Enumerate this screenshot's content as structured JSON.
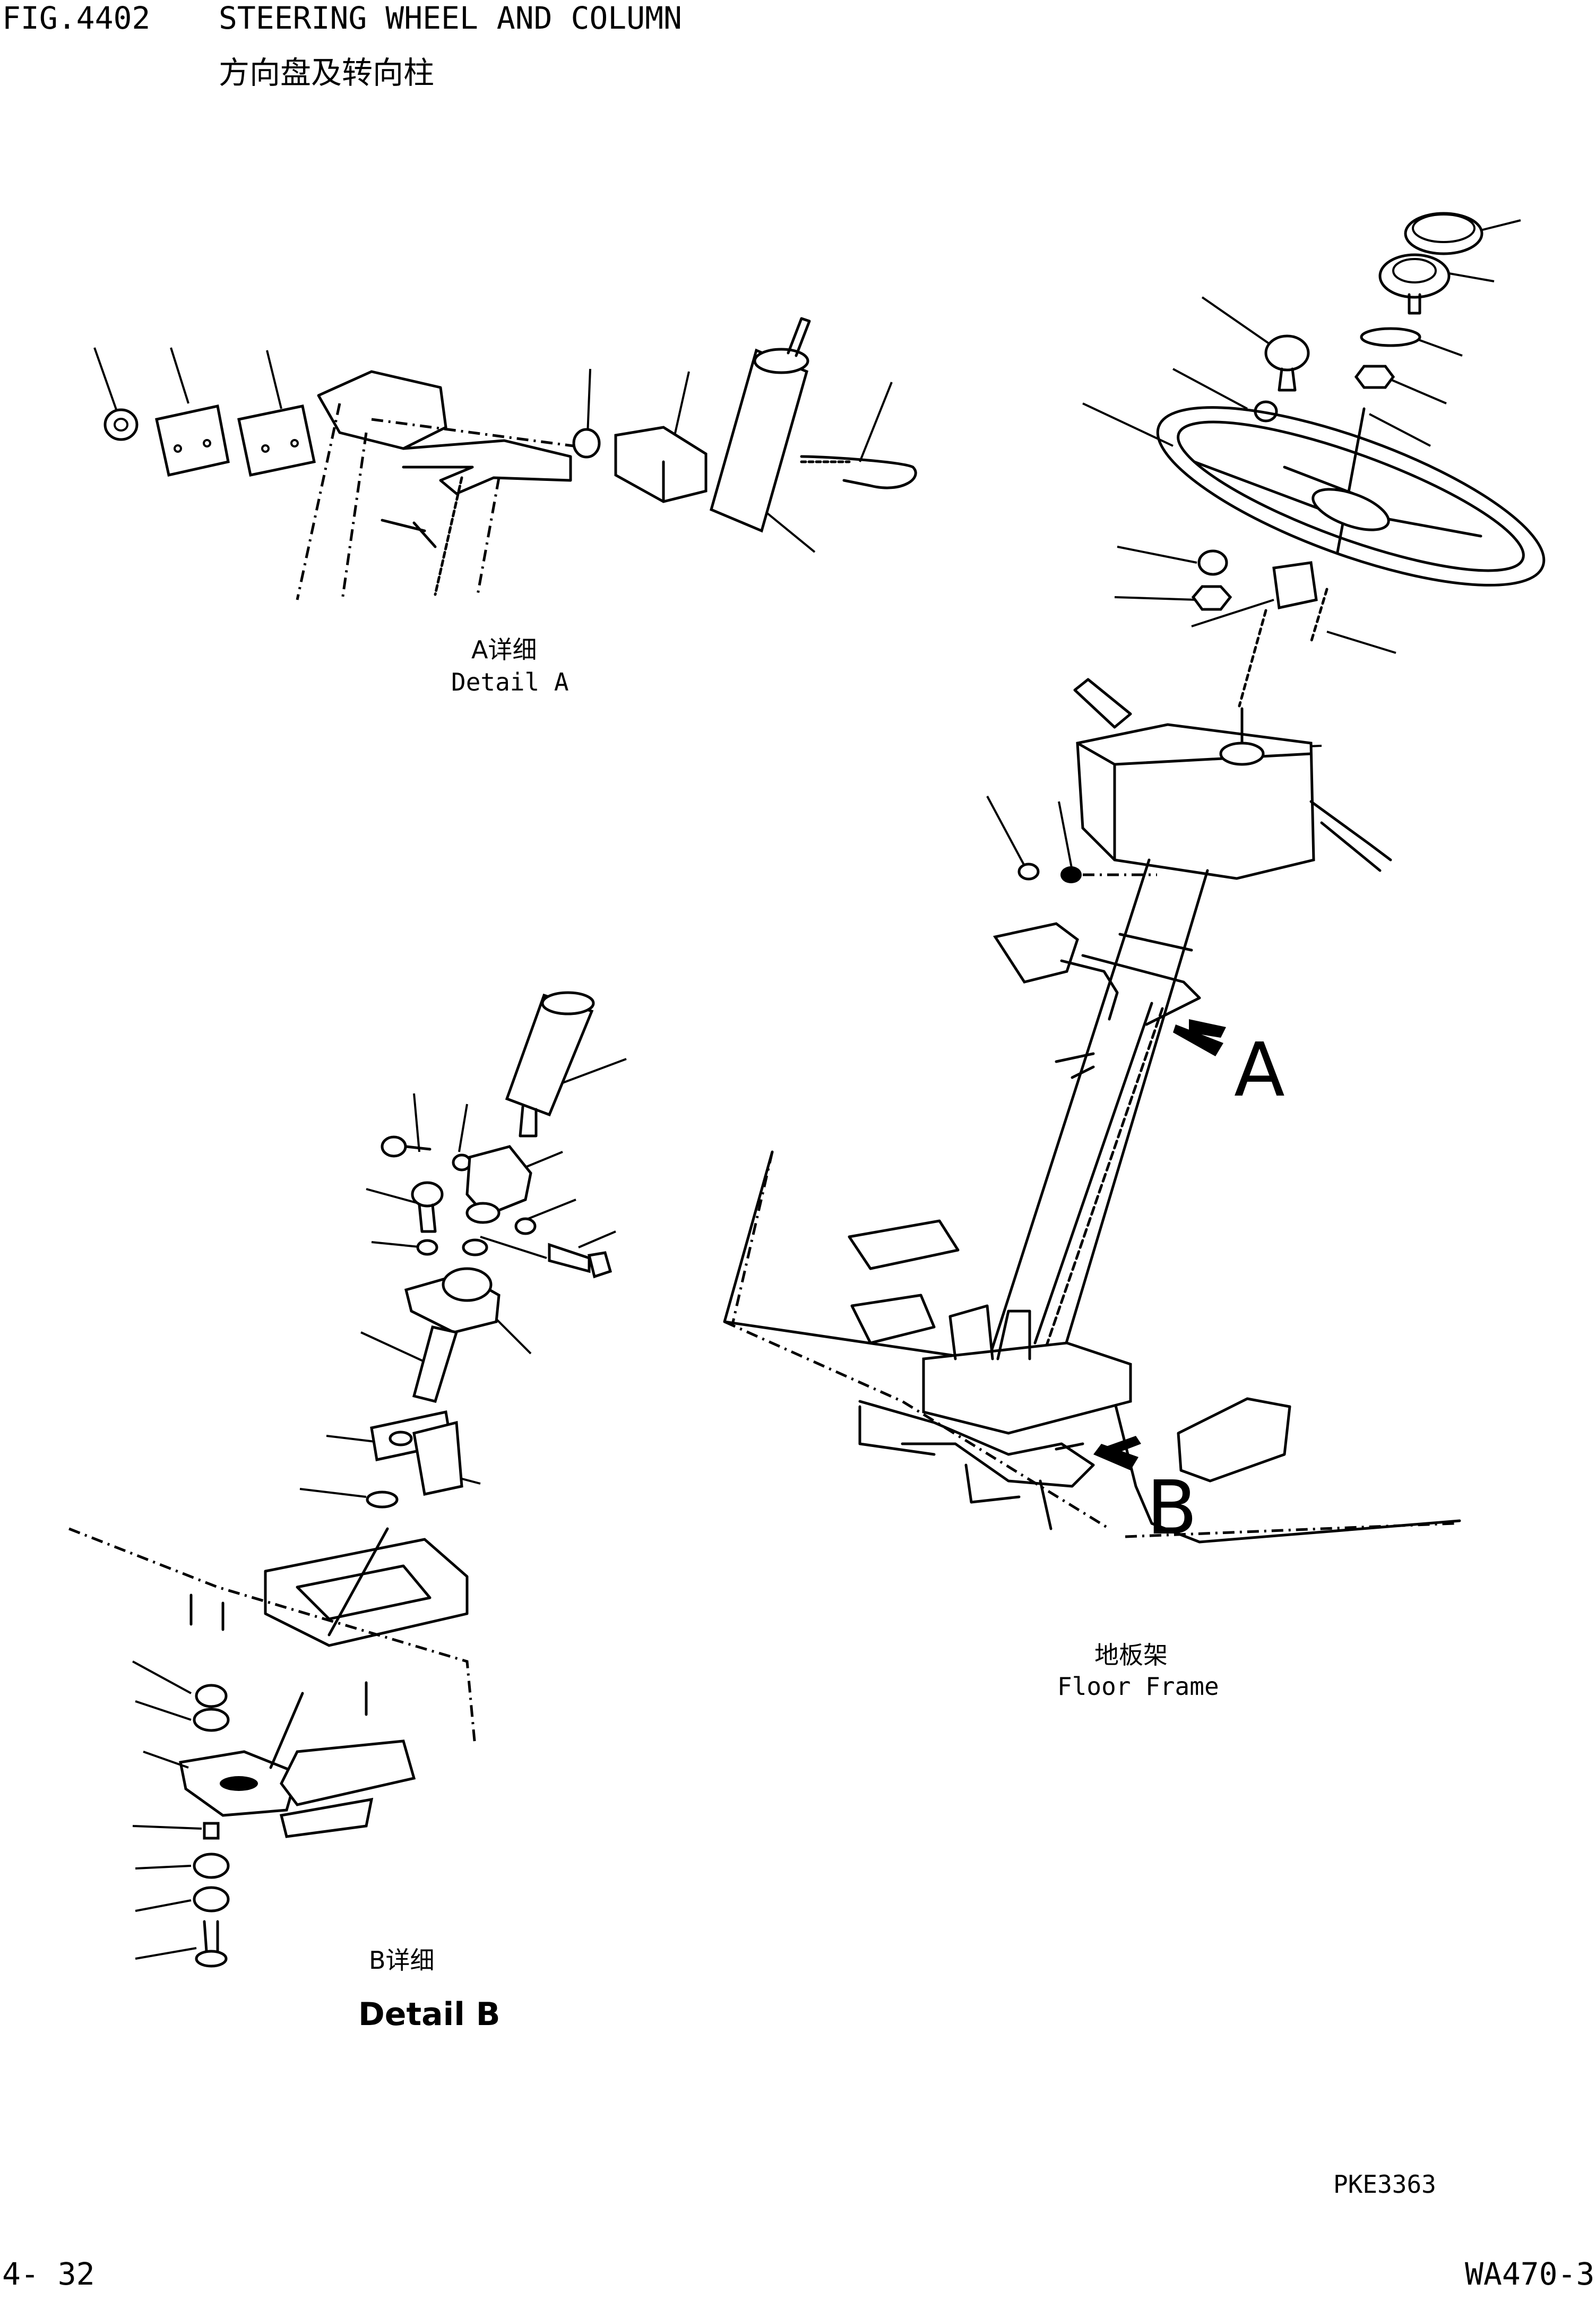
{
  "header": {
    "fig_no": "FIG.4402",
    "title_en": "STEERING WHEEL AND COLUMN",
    "title_cn": "方向盘及转向柱"
  },
  "labels": {
    "detail_a_cn": "A详细",
    "detail_a_en": "Detail A",
    "detail_b_cn": "B详细",
    "detail_b_en": "Detail B",
    "floor_frame_cn": "地板架",
    "floor_frame_en": "Floor Frame",
    "marker_a": "A",
    "marker_b": "B"
  },
  "footer": {
    "drawing_no": "PKE3363",
    "page_no": "4- 32",
    "model": "WA470-3"
  }
}
